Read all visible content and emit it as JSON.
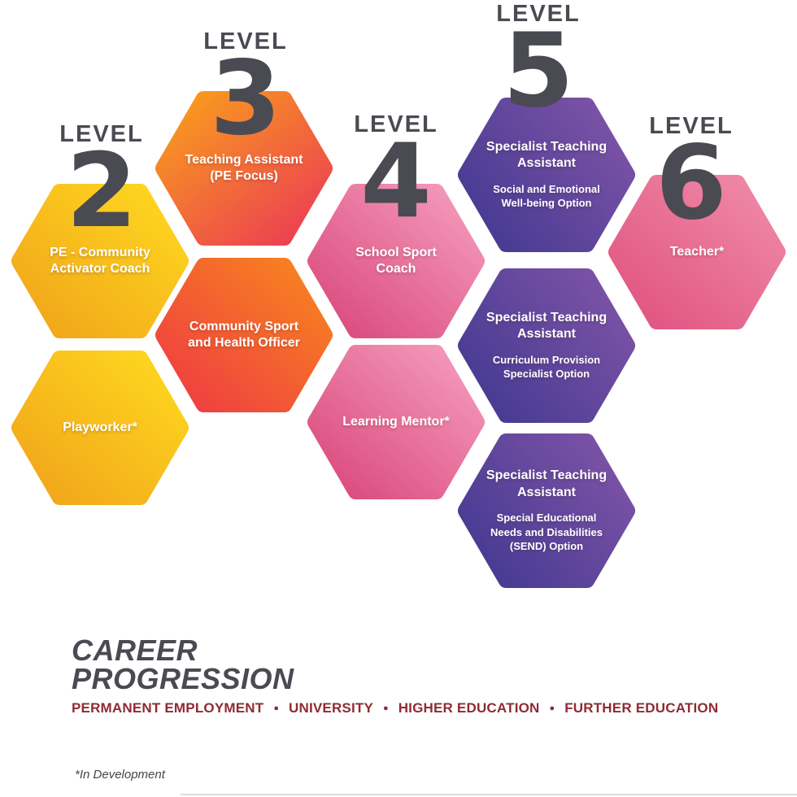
{
  "poster": {
    "title_line1": "CAREER",
    "title_line2": "PROGRESSION",
    "pathways": [
      "PERMANENT EMPLOYMENT",
      "UNIVERSITY",
      "HIGHER EDUCATION",
      "FURTHER EDUCATION"
    ],
    "bullet": "●",
    "footnote": "*In Development"
  },
  "levels": [
    {
      "label": "LEVEL",
      "number": "2"
    },
    {
      "label": "LEVEL",
      "number": "3"
    },
    {
      "label": "LEVEL",
      "number": "4"
    },
    {
      "label": "LEVEL",
      "number": "5"
    },
    {
      "label": "LEVEL",
      "number": "6"
    }
  ],
  "hexagons": [
    {
      "level": "2",
      "title": "PE - Community Activator Coach",
      "subtitle": ""
    },
    {
      "level": "2",
      "title": "Playworker*",
      "subtitle": ""
    },
    {
      "level": "3",
      "title": "Teaching Assistant (PE Focus)",
      "subtitle": ""
    },
    {
      "level": "3",
      "title": "Community Sport and Health Officer",
      "subtitle": ""
    },
    {
      "level": "4",
      "title": "School Sport Coach",
      "subtitle": ""
    },
    {
      "level": "4",
      "title": "Learning Mentor*",
      "subtitle": ""
    },
    {
      "level": "5",
      "title": "Specialist Teaching Assistant",
      "subtitle": "Social and Emotional Well-being Option"
    },
    {
      "level": "5",
      "title": "Specialist Teaching Assistant",
      "subtitle": "Curriculum Provision Specialist Option"
    },
    {
      "level": "5",
      "title": "Specialist Teaching Assistant",
      "subtitle": "Special Educational Needs and Disabilities (SEND) Option"
    },
    {
      "level": "6",
      "title": "Teacher*",
      "subtitle": ""
    }
  ],
  "colors": {
    "level_text": "#4A4A52",
    "title_text": "#4B4A52",
    "pathways_text": "#8E2B33",
    "hex_yellow_from": "#F0A31A",
    "hex_yellow_to": "#FFD91F",
    "hex_orange_from": "#F9A01B",
    "hex_orange_to": "#EC3E53",
    "hex_red_from": "#EE3A44",
    "hex_red_to": "#F8861D",
    "hex_pink_from": "#D9467A",
    "hex_pink_to": "#F59EBE",
    "hex_purple_from": "#453A92",
    "hex_purple_to": "#7D53A6",
    "hex_teacher_from": "#E0517F",
    "hex_teacher_to": "#F08CA9"
  }
}
